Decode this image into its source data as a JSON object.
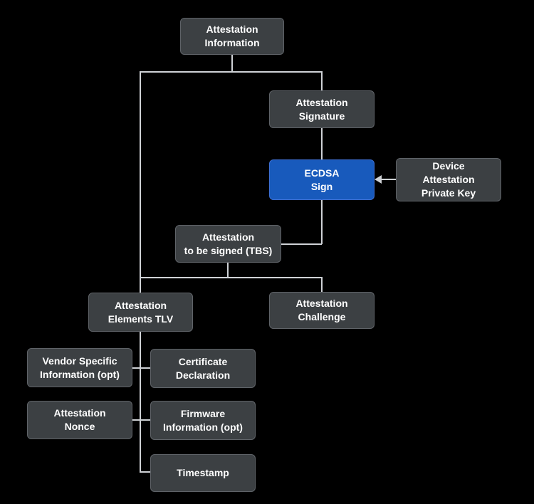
{
  "diagram": {
    "type": "flowchart",
    "nodes": {
      "attestation_information": {
        "line1": "Attestation",
        "line2": "Information"
      },
      "attestation_signature": {
        "line1": "Attestation",
        "line2": "Signature"
      },
      "ecdsa_sign": {
        "line1": "ECDSA",
        "line2": "Sign"
      },
      "device_attestation_private_key": {
        "line1": "Device",
        "line2": "Attestation",
        "line3": "Private Key"
      },
      "attestation_tbs": {
        "line1": "Attestation",
        "line2": "to be signed (TBS)"
      },
      "attestation_elements_tlv": {
        "line1": "Attestation",
        "line2": "Elements TLV"
      },
      "attestation_challenge": {
        "line1": "Attestation",
        "line2": "Challenge"
      },
      "vendor_specific_information": {
        "line1": "Vendor Specific",
        "line2": "Information (opt)"
      },
      "certificate_declaration": {
        "line1": "Certificate",
        "line2": "Declaration"
      },
      "attestation_nonce": {
        "line1": "Attestation",
        "line2": "Nonce"
      },
      "firmware_information": {
        "line1": "Firmware",
        "line2": "Information (opt)"
      },
      "timestamp": {
        "line1": "Timestamp"
      }
    },
    "colors": {
      "background": "#000000",
      "node_fill": "#3c4043",
      "node_border": "#5f6368",
      "highlight_fill": "#185abc",
      "highlight_border": "#3d6fd2",
      "connector": "#cfd2d6",
      "text": "#ffffff"
    }
  }
}
